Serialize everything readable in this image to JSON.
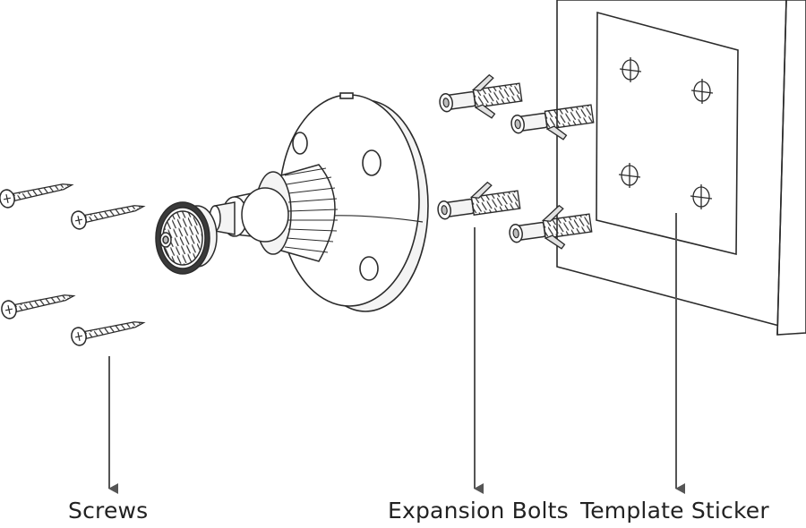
{
  "labels": {
    "screws": "Screws",
    "expansion_bolts": "Expansion Bolts",
    "template_sticker": "Template Sticker"
  },
  "colors": {
    "stroke": "#2b2b2b",
    "fill_light": "#f4f4f4",
    "fill_mid": "#e2e2e2",
    "fill_dark": "#bdbdbd",
    "arrow": "#555555"
  },
  "parts": {
    "screw_count": 4,
    "bolt_count": 4,
    "template_hole_count": 4
  }
}
